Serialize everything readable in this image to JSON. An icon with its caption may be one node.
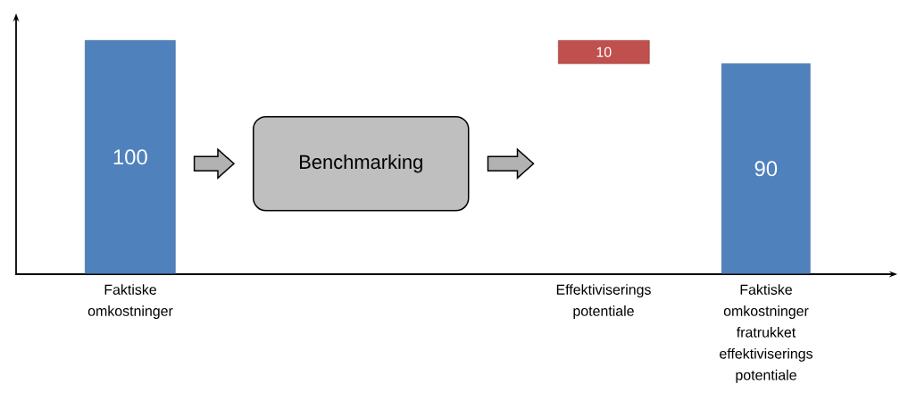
{
  "diagram": {
    "nodes": [
      {
        "text": [
          "100"
        ],
        "beside": [
          "Faktiske omkostninger"
        ]
      },
      {
        "text": [
          "Benchmarking"
        ]
      },
      {
        "text": [
          "10"
        ]
      },
      {
        "text": [
          "90"
        ],
        "beside": [
          "Faktiske omkostninger fratrukket effektiviserings potentiale"
        ]
      }
    ],
    "edges": [
      {
        "from": 0,
        "to": 1,
        "arrow": "to"
      },
      {
        "from": 1,
        "to": null,
        "arrow": "to"
      }
    ],
    "labels": [
      "Effektiviserings potentiale"
    ]
  }
}
